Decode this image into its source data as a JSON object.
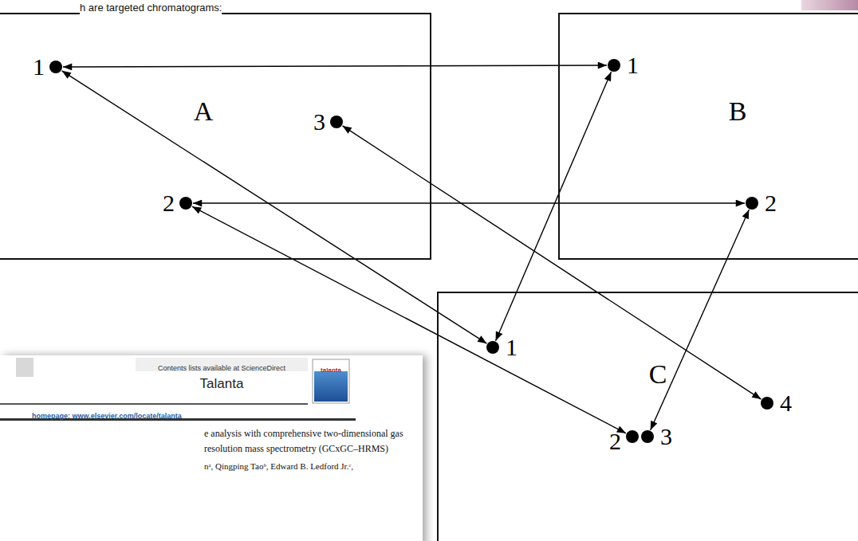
{
  "diagram": {
    "nodes": [
      {
        "text": [
          "A"
        ]
      },
      {
        "text": [
          "1"
        ],
        "in": 0
      },
      {
        "text": [
          "2"
        ],
        "in": 0
      },
      {
        "text": [
          "3"
        ],
        "in": 0
      },
      {
        "text": [
          "B"
        ]
      },
      {
        "text": [
          "1"
        ],
        "in": 4
      },
      {
        "text": [
          "2"
        ],
        "in": 4
      },
      {
        "text": [
          "C"
        ]
      },
      {
        "text": [
          "1"
        ],
        "in": 7
      },
      {
        "text": [
          "2"
        ],
        "in": 7
      },
      {
        "text": [
          "3"
        ],
        "in": 7
      },
      {
        "text": [
          "4"
        ],
        "in": 7
      }
    ],
    "edges": [
      {
        "from": 1,
        "to": 5,
        "arrow": "both"
      },
      {
        "from": 1,
        "to": 8,
        "arrow": "both"
      },
      {
        "from": 2,
        "to": 6,
        "arrow": "both"
      },
      {
        "from": 2,
        "to": 9,
        "arrow": "both"
      },
      {
        "from": 3,
        "to": 11,
        "arrow": "both"
      },
      {
        "from": 5,
        "to": 8,
        "arrow": "both"
      },
      {
        "from": 6,
        "to": 10,
        "arrow": "both"
      }
    ],
    "labels": [
      "h are targeted chromatograms:",
      "Contents lists available at ScienceDirect",
      "Talanta",
      "talanta",
      "homepage: www.elsevier.com/locate/talanta",
      "e analysis with comprehensive two-dimensional gas",
      "resolution mass spectrometry (GCxGC–HRMS)",
      "nᵃ, Qingping Taoᵇ, Edward B. Ledford Jr.ᶜ,"
    ]
  }
}
